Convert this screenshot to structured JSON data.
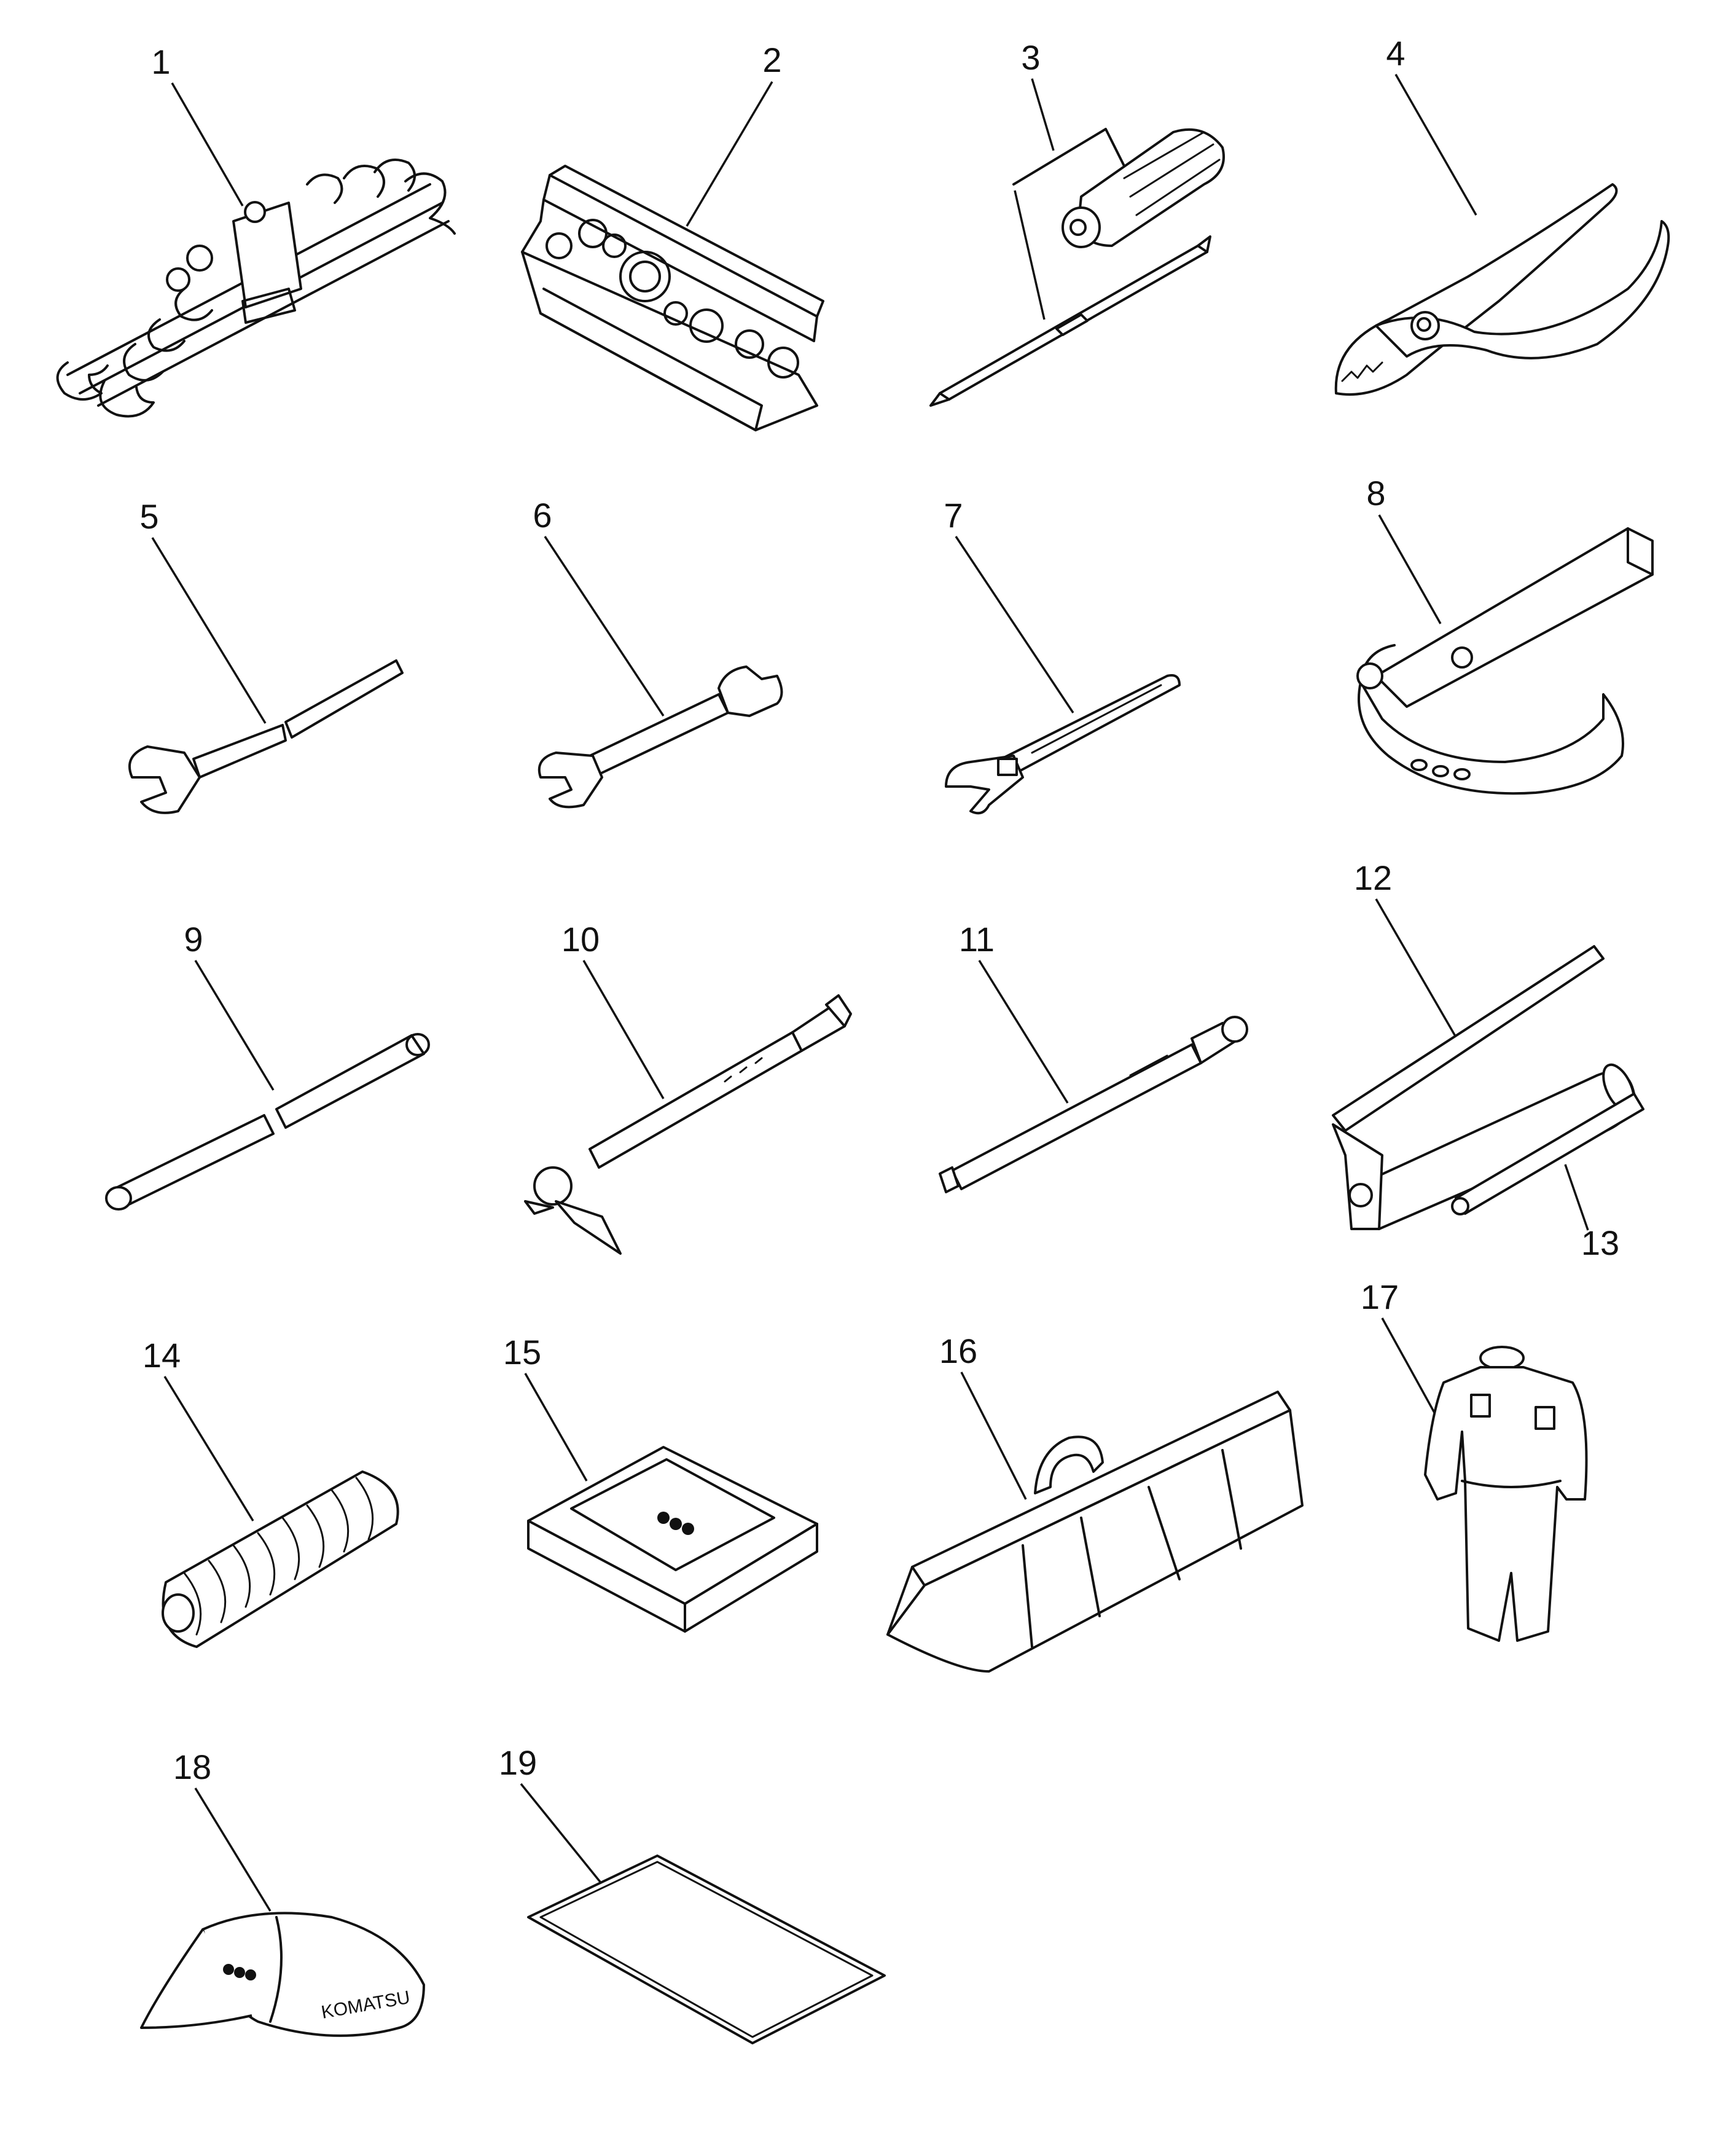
{
  "callouts": [
    "1",
    "2",
    "3",
    "4",
    "5",
    "6",
    "7",
    "8",
    "9",
    "10",
    "11",
    "12",
    "13",
    "14",
    "15",
    "16",
    "17",
    "18",
    "19"
  ],
  "cap_brand_text": "KOMATSU",
  "colors": {
    "ink": "#111111",
    "paper": "#ffffff"
  }
}
